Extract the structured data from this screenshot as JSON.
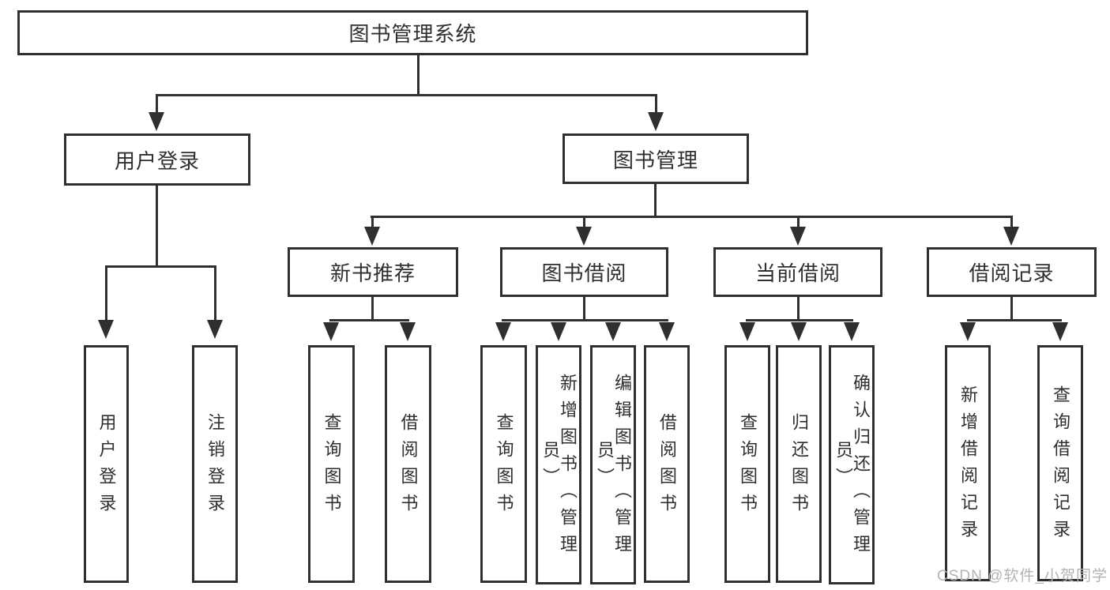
{
  "diagram_type": "hierarchy-tree",
  "colors": {
    "line": "#2f2f2f",
    "text": "#2f2f2f",
    "box_background": "#ffffff",
    "watermark": "#b3b3b3"
  },
  "watermark": "CSDN @软件_小贺同学",
  "tree": {
    "label": "图书管理系统",
    "children": [
      {
        "label": "用户登录",
        "children": [
          {
            "label": "用户登录"
          },
          {
            "label": "注销登录"
          }
        ]
      },
      {
        "label": "图书管理",
        "children": [
          {
            "label": "新书推荐",
            "children": [
              {
                "label": "查询图书"
              },
              {
                "label": "借阅图书"
              }
            ]
          },
          {
            "label": "图书借阅",
            "children": [
              {
                "label": "查询图书"
              },
              {
                "label": "新增图书（管理员）"
              },
              {
                "label": "编辑图书（管理员）"
              },
              {
                "label": "借阅图书"
              }
            ]
          },
          {
            "label": "当前借阅",
            "children": [
              {
                "label": "查询图书"
              },
              {
                "label": "归还图书"
              },
              {
                "label": "确认归还（管理员）"
              }
            ]
          },
          {
            "label": "借阅记录",
            "children": [
              {
                "label": "新增借阅记录"
              },
              {
                "label": "查询借阅记录"
              }
            ]
          }
        ]
      }
    ]
  }
}
